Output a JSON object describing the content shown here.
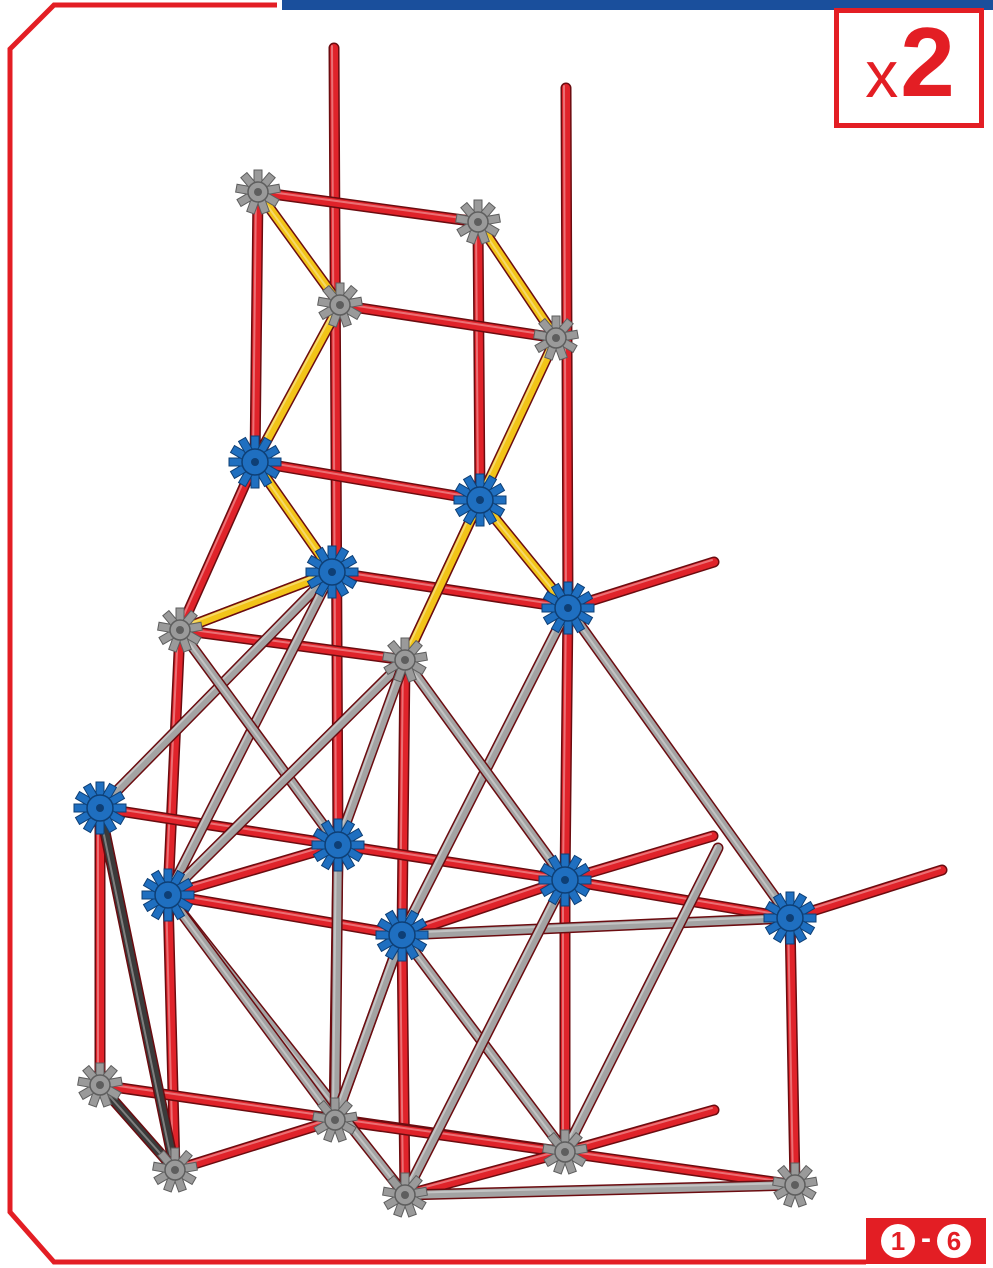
{
  "page": {
    "quantity": {
      "prefix": "x",
      "value": "2"
    },
    "steps": {
      "from": "1",
      "separator": "-",
      "to": "6"
    }
  },
  "colors": {
    "frame_red": "#e31e24",
    "header_blue": "#1a4f9c",
    "rod_red": "#e0232a",
    "rod_grey": "#a3a3a3",
    "rod_yellow": "#f2c418",
    "rod_dark": "#3a3a3a",
    "connector_blue": "#1f6fc0",
    "connector_grey": "#9a9a9a"
  },
  "model": {
    "description_icon": "k-nex-tower-model",
    "rod_colors": [
      "red",
      "grey",
      "yellow",
      "dark"
    ],
    "connector_colors": [
      "blue",
      "grey"
    ]
  }
}
